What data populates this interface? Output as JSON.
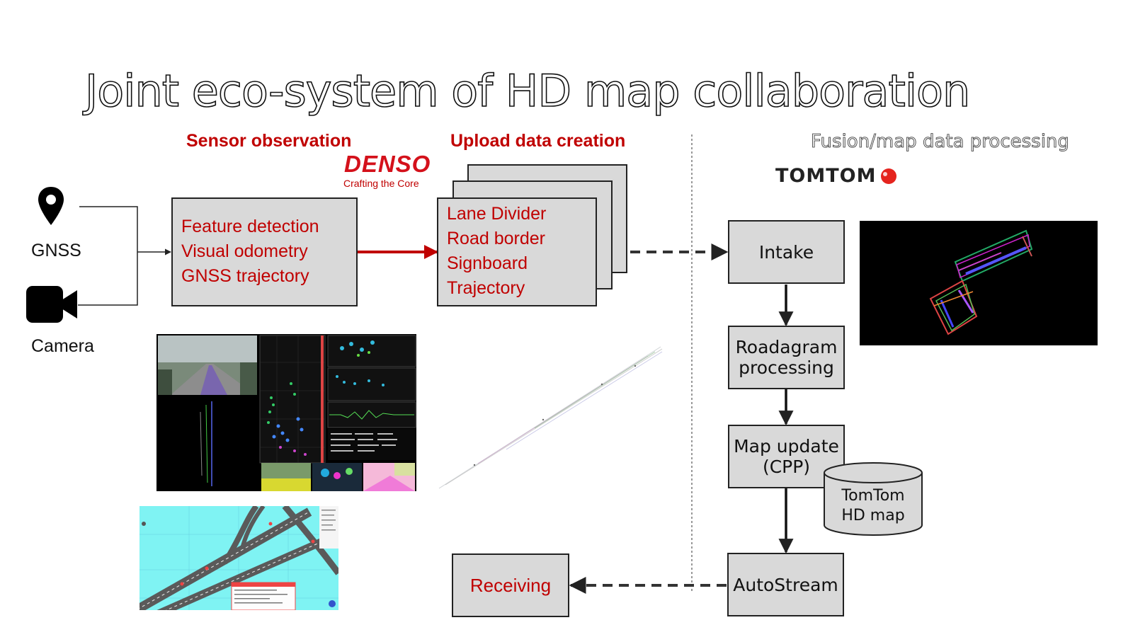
{
  "title": "Joint eco-system of HD map collaboration",
  "sections": {
    "sensor": "Sensor observation",
    "upload": "Upload data creation",
    "fusion": "Fusion/map data processing"
  },
  "logos": {
    "denso": "DENSO",
    "denso_tagline": "Crafting the Core",
    "tomtom": "TOMTOM"
  },
  "inputs": {
    "gnss": "GNSS",
    "camera": "Camera"
  },
  "sensor_box": {
    "lines": [
      "Feature detection",
      "Visual odometry",
      "GNSS trajectory"
    ]
  },
  "upload_box": {
    "lines": [
      "Lane Divider",
      "Road border",
      "Signboard",
      "Trajectory"
    ]
  },
  "processing": {
    "intake": "Intake",
    "roadagram_1": "Roadagram",
    "roadagram_2": "processing",
    "map_update_1": "Map update",
    "map_update_2": "(CPP)",
    "hdmap_1": "TomTom",
    "hdmap_2": "HD map",
    "autostream": "AutoStream",
    "receiving": "Receiving"
  },
  "colors": {
    "accent_red": "#c00000",
    "box_fill": "#d9d9d9",
    "map_cyan": "#7ff3f3"
  },
  "icons": [
    "location-pin-icon",
    "video-camera-icon"
  ]
}
